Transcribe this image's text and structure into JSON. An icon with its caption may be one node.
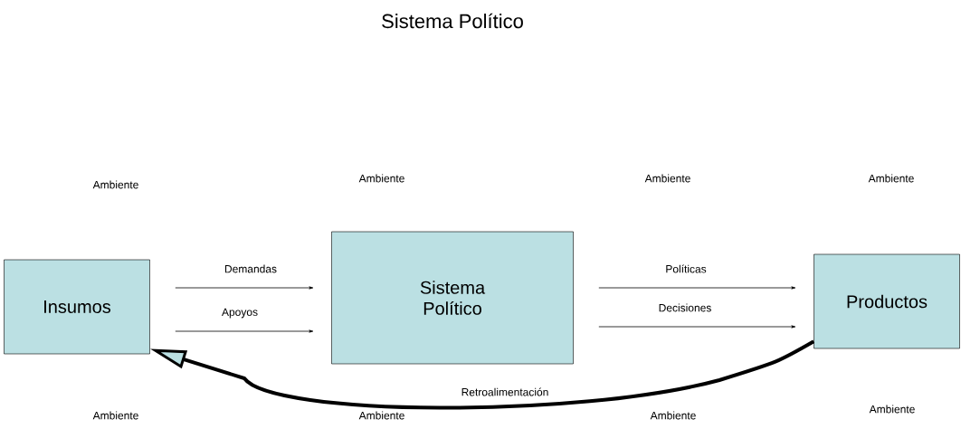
{
  "diagram": {
    "title": "Sistema Político",
    "nodes": [
      {
        "text": [
          "Insumos"
        ]
      },
      {
        "text": [
          "Sistema Político"
        ]
      },
      {
        "text": [
          "Productos"
        ]
      }
    ],
    "edges": [
      {
        "from": 0,
        "to": 1,
        "arrow": "to",
        "label": "Demandas"
      },
      {
        "from": 0,
        "to": 1,
        "arrow": "to",
        "label": "Apoyos"
      },
      {
        "from": 1,
        "to": 2,
        "arrow": "to",
        "label": "Políticas"
      },
      {
        "from": 1,
        "to": 2,
        "arrow": "to",
        "label": "Decisiones"
      },
      {
        "from": 2,
        "to": 0,
        "arrow": "to",
        "label": "Retroalimentación",
        "style": "thick"
      }
    ],
    "labels": [
      "Ambiente",
      "Ambiente",
      "Ambiente",
      "Ambiente",
      "Ambiente",
      "Ambiente",
      "Ambiente",
      "Ambiente"
    ]
  }
}
